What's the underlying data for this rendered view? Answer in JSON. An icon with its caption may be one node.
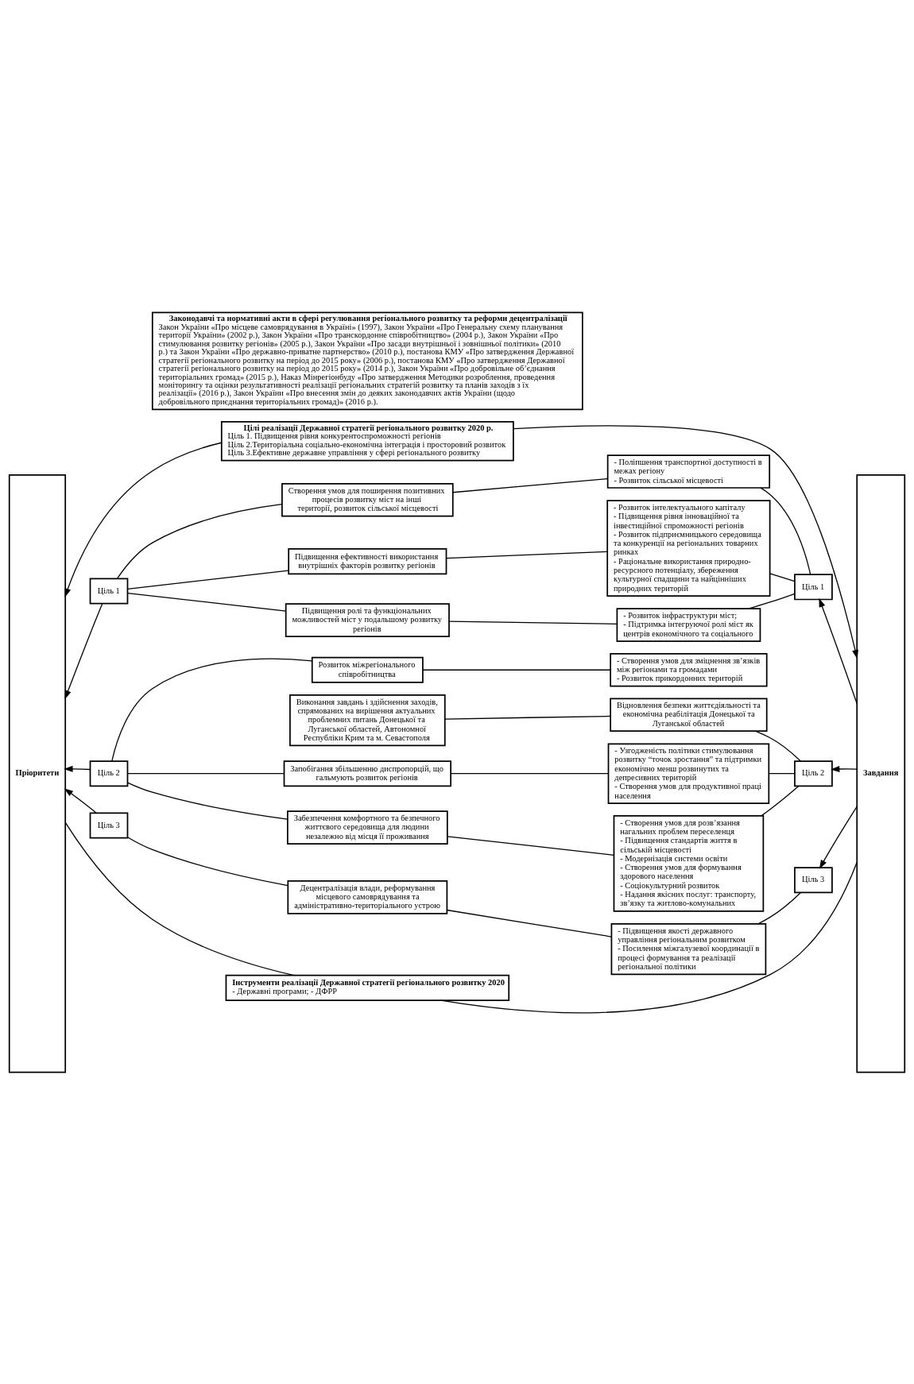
{
  "diagram": {
    "nodes": [
      {
        "text": [
          "Цілі реалізації Державної стратегії регіонального розвитку 2020 р.",
          "Ціль 1. Підвищення рівня конкурентоспроможності регіонів",
          "Ціль 2.Територіальна соціально-економічна інтеграція і просторовий розвиток",
          "Ціль 3.Ефективне державне управління у сфері регіонального розвитку"
        ]
      },
      {
        "text": [
          "Пріоритети"
        ]
      },
      {
        "text": [
          "Завдання"
        ]
      },
      {
        "text": [
          "Ціль 1"
        ]
      },
      {
        "text": [
          "Підвищення ролі та функціональних можливостей міст у подальшому розвитку регіонів"
        ]
      },
      {
        "text": [
          "Створення умов для поширення позитивних процесів розвитку міст на інші території, розвиток сільської місцевості"
        ]
      },
      {
        "text": [
          "Підвищення ефективності використання внутрішніх факторів розвитку регіонів"
        ]
      },
      {
        "text": [
          "- Розвиток інфраструктури міст;",
          "- Підтримка інтегруючої ролі міст як центрів економічного та соціального"
        ]
      },
      {
        "text": [
          "- Поліпшення транспортної доступності в межах регіону",
          "- Розвиток сільської місцевості"
        ]
      },
      {
        "text": [
          "- Розвиток інтелектуального капіталу",
          "- Підвищення рівня інноваційної та інвестиційної спроможності регіонів",
          "- Розвиток підприємницького середовища та конкуренції на регіональних товарних ринках",
          "- Раціональне використання природно-ресурсного потенціалу, збереження культурної спадщини та найцінніших природних територій"
        ]
      },
      {
        "text": [
          "Ціль 1"
        ]
      },
      {
        "text": [
          "Ціль 2"
        ]
      },
      {
        "text": [
          "Виконання завдань і здійснення заходів, спрямованих на вирішення актуальних проблемних питань Донецької та Луганської областей, Автономної Республіки Крим та м. Севастополя"
        ]
      },
      {
        "text": [
          "Запобігання збільшенню диспропорцій, що гальмують розвиток регіонів"
        ]
      },
      {
        "text": [
          "Забезпечення комфортного та безпечного життєвого середовища для людини незалежно від місця її проживання"
        ]
      },
      {
        "text": [
          "Розвиток міжрегіонального співробітництва"
        ]
      },
      {
        "text": [
          "Відновлення безпеки життєдіяльності та економічна реабілітація Донецької та Луганської областей"
        ]
      },
      {
        "text": [
          "- Узгодженість політики стимулювання розвитку “точок зростання” та підтримки економічно менш розвинутих та депресивних територій",
          "- Створення умов для продуктивної праці населення"
        ]
      },
      {
        "text": [
          "- Створення умов для розв’язання нагальних проблем переселенця",
          "- Підвищення стандартів життя в сільській місцевості",
          "- Модернізація системи освіти",
          "- Створення умов для формування здорового населення",
          "- Соціокультурний розвиток",
          "- Надання якісних послуг: транспорту, зв’язку та житлово-комунальних"
        ]
      },
      {
        "text": [
          "- Створення умов для зміцнення зв’язків між регіонами та громадами",
          "- Розвиток прикордонних територій"
        ]
      },
      {
        "text": [
          "Ціль 2"
        ]
      },
      {
        "text": [
          "Ціль 3"
        ]
      },
      {
        "text": [
          "Децентралізація влади, реформування місцевого самоврядування та адміністративно-територіального устрою"
        ]
      },
      {
        "text": [
          "- Підвищення якості державного управління регіональним розвитком",
          "- Посилення міжгалузевої координації в процесі формування та реалізації регіональної політики"
        ]
      },
      {
        "text": [
          "Ціль 3"
        ]
      },
      {
        "text": [
          "Інструменти реалізації Державної стратегії регіонального розвитку 2020",
          "- Державні програми; - ДФРР"
        ]
      },
      {
        "text": [
          "Законодавчі та нормативні акти в сфері регулювання регіонального розвитку та реформи децентралізації",
          "Закон України «Про місцеве самоврядування в Україні» (1997), Закон України «Про Генеральну схему планування території України» (2002 р.), Закон України «Про транскордонне співробітництво» (2004 р.), Закон України «Про стимулювання розвитку регіонів» (2005 р.), Закон України «Про засади внутрішньої і зовнішньої політики» (2010 р.) та Закон України «Про державно-приватне партнерство» (2010 р.), постанова КМУ «Про затвердження Державної стратегії регіонального розвитку на період до 2015 року» (2006 р.), постанова КМУ «Про затвердження Державної стратегії регіонального розвитку на період до 2015 року» (2014 р.), Закон України «Про добровільне об’єднання територіальних громад» (2015 р.), Наказ Мінрегіонбуду «Про затвердження Методики розроблення, проведення моніторингу та оцінки результативності реалізації регіональних стратегій розвитку та планів заходів з їх реалізації» (2016 р.), Закон України «Про внесення змін до деяких законодавчих актів України (щодо добровільного приєднання територіальних громад)» (2016 р.)."
        ]
      }
    ],
    "edges": [
      {
        "from": 0,
        "to": 1,
        "arrow": "to"
      },
      {
        "from": 0,
        "to": 2,
        "arrow": "to"
      },
      {
        "from": 3,
        "to": 1,
        "arrow": "to"
      },
      {
        "from": 3,
        "to": 4,
        "arrow": "none"
      },
      {
        "from": 3,
        "to": 5,
        "arrow": "none"
      },
      {
        "from": 3,
        "to": 6,
        "arrow": "none"
      },
      {
        "from": 4,
        "to": 7,
        "arrow": "none"
      },
      {
        "from": 5,
        "to": 8,
        "arrow": "none"
      },
      {
        "from": 6,
        "to": 9,
        "arrow": "none"
      },
      {
        "from": 7,
        "to": 10,
        "arrow": "none"
      },
      {
        "from": 8,
        "to": 10,
        "arrow": "none"
      },
      {
        "from": 9,
        "to": 10,
        "arrow": "none"
      },
      {
        "from": 2,
        "to": 10,
        "arrow": "to"
      },
      {
        "from": 11,
        "to": 1,
        "arrow": "to"
      },
      {
        "from": 11,
        "to": 13,
        "arrow": "none"
      },
      {
        "from": 11,
        "to": 14,
        "arrow": "none"
      },
      {
        "from": 11,
        "to": 15,
        "arrow": "none"
      },
      {
        "from": 12,
        "to": 16,
        "arrow": "none"
      },
      {
        "from": 13,
        "to": 17,
        "arrow": "none"
      },
      {
        "from": 14,
        "to": 18,
        "arrow": "none"
      },
      {
        "from": 15,
        "to": 19,
        "arrow": "none"
      },
      {
        "from": 16,
        "to": 20,
        "arrow": "none"
      },
      {
        "from": 17,
        "to": 20,
        "arrow": "none"
      },
      {
        "from": 18,
        "to": 20,
        "arrow": "none"
      },
      {
        "from": 2,
        "to": 20,
        "arrow": "to"
      },
      {
        "from": 21,
        "to": 1,
        "arrow": "to"
      },
      {
        "from": 21,
        "to": 22,
        "arrow": "none"
      },
      {
        "from": 22,
        "to": 23,
        "arrow": "none"
      },
      {
        "from": 23,
        "to": 24,
        "arrow": "none"
      },
      {
        "from": 2,
        "to": 24,
        "arrow": "to"
      },
      {
        "from": 1,
        "to": 25,
        "arrow": "none"
      },
      {
        "from": 2,
        "to": 25,
        "arrow": "none"
      }
    ]
  }
}
